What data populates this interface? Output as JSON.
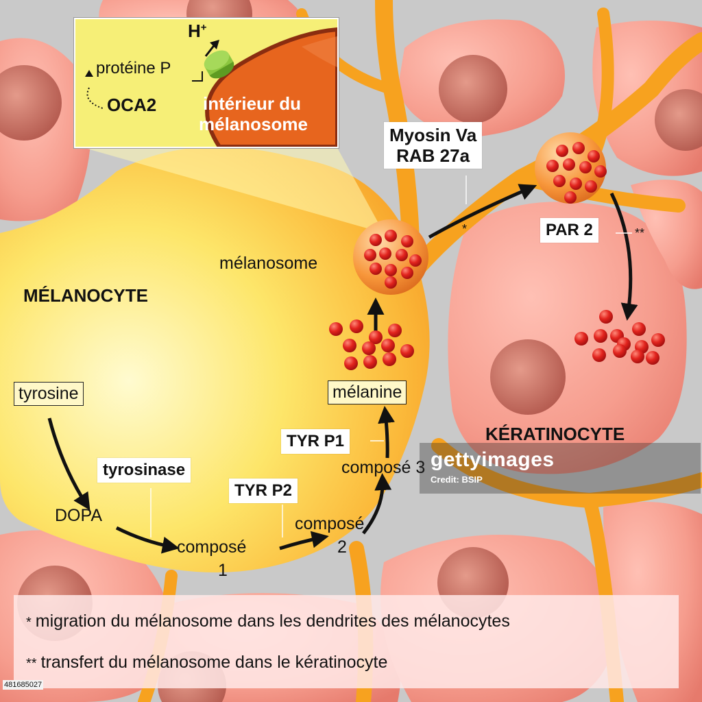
{
  "inset": {
    "hplus": "H",
    "hplus_sup": "+",
    "proteine_p": "protéine P",
    "oca2": "OCA2",
    "interior_line1": "intérieur du",
    "interior_line2": "mélanosome"
  },
  "cells": {
    "melanocyte": "MÉLANOCYTE",
    "keratinocyte": "KÉRATINOCYTE"
  },
  "pathway": {
    "tyrosine": "tyrosine",
    "tyrosinase": "tyrosinase",
    "dopa": "DOPA",
    "compose1_line1": "composé",
    "compose1_line2": "1",
    "tyr_p2": "TYR P2",
    "compose2_line1": "composé",
    "compose2_line2": "2",
    "tyr_p1": "TYR P1",
    "compose3": "composé 3",
    "melanine": "mélanine",
    "melanosome": "mélanosome"
  },
  "transport": {
    "myosin_line1": "Myosin Va",
    "myosin_line2": "RAB 27a",
    "star1": "*",
    "par2": "PAR 2",
    "star2": "**"
  },
  "legend": {
    "row1_mark": "*",
    "row1_text": "migration du mélanosome dans les dendrites des mélanocytes",
    "row2_mark": "**",
    "row2_text": "transfert du mélanosome dans le kératinocyte"
  },
  "watermark": {
    "brand": "gettyimages",
    "credit": "Credit: BSIP"
  },
  "stock_id": "481685027",
  "colors": {
    "background": "#c9c9c9",
    "cell_pink": "#f59a8c",
    "melanocyte_yellow": "#fde36a",
    "dendrite_orange": "#f7a21f",
    "melanin_red": "#d81e1e",
    "inset_yellow": "#f6ef77",
    "inset_interior": "#e7651e",
    "protein_green": "#8bc63f"
  }
}
